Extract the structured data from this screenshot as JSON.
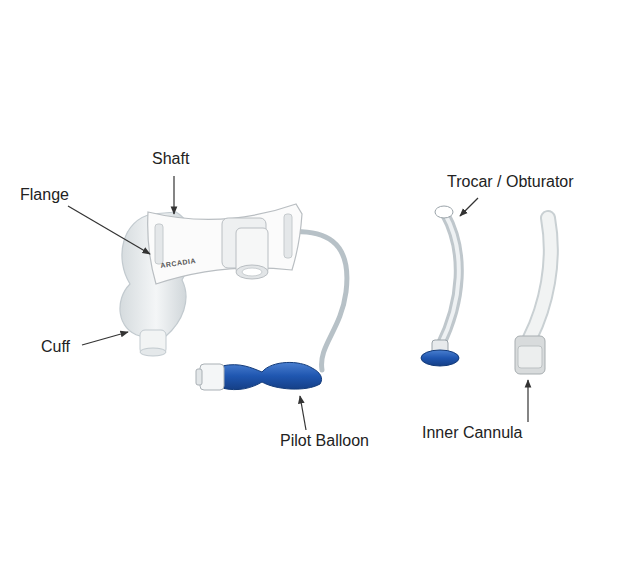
{
  "diagram": {
    "labels": [
      "Shaft",
      "Flange",
      "Cuff",
      "Pilot Balloon",
      "Trocar / Obturator",
      "Inner Cannula",
      "ARCADIA"
    ]
  }
}
